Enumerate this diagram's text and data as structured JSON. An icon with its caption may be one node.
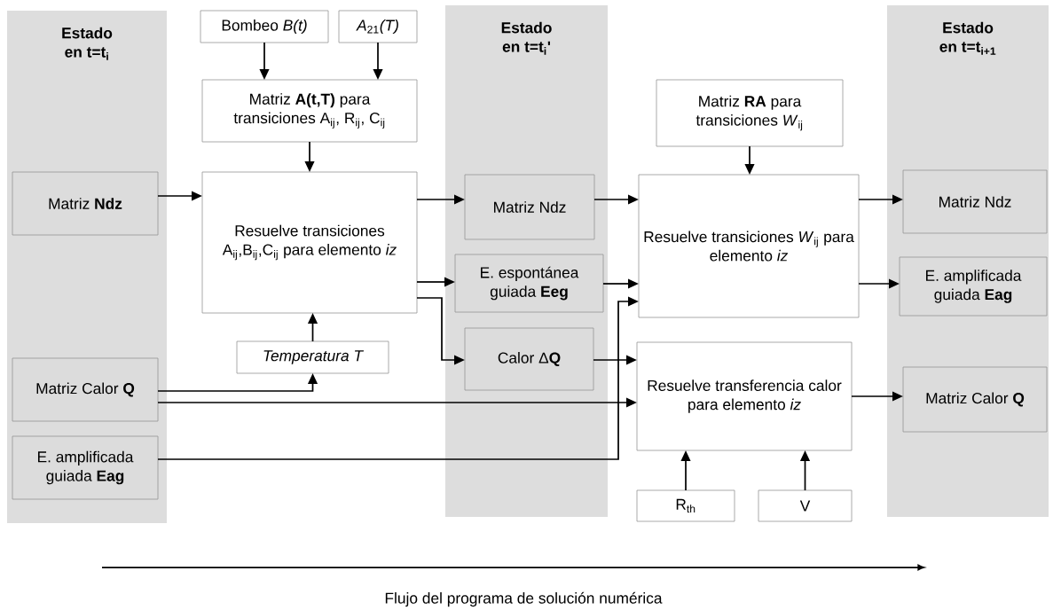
{
  "diagram": {
    "nodes": [
      {
        "text": [
          "Estado en t=t$_{i}$"
        ]
      },
      {
        "text": [
          "Bombeo *B(t)*"
        ]
      },
      {
        "text": [
          "*A*$_{21}$*(T)*"
        ]
      },
      {
        "text": [
          "Estado en t=t$_{i}$'"
        ]
      },
      {
        "text": [
          "Estado en t=t$_{i+1}$"
        ]
      },
      {
        "text": [
          "Matriz **A(t,T)** para transiciones A$_{ij}$, R$_{ij}$, C$_{ij}$"
        ]
      },
      {
        "text": [
          "Matriz **RA** para transiciones *W*$_{ij}$"
        ]
      },
      {
        "text": [
          "Matriz **Ndz**"
        ],
        "in": 0
      },
      {
        "text": [
          "Resuelve transiciones A$_{ij}$,B$_{ij}$,C$_{ij}$ para elemento *iz*"
        ]
      },
      {
        "text": [
          "Matriz Ndz"
        ],
        "in": 3
      },
      {
        "text": [
          "Resuelve transiciones *W*$_{ij}$ para elemento *iz*"
        ]
      },
      {
        "text": [
          "Matriz Ndz"
        ],
        "in": 4
      },
      {
        "text": [
          "E. espontánea guiada **Eeg**"
        ],
        "in": 3
      },
      {
        "text": [
          "E. amplificada guiada **Eag**"
        ],
        "in": 4
      },
      {
        "text": [
          "Temperatura T"
        ]
      },
      {
        "text": [
          "Calor Δ**Q**"
        ],
        "in": 3
      },
      {
        "text": [
          "Resuelve transferencia calor para elemento *iz*"
        ]
      },
      {
        "text": [
          "Matriz Calor **Q**"
        ],
        "in": 0
      },
      {
        "text": [
          "Matriz Calor **Q**"
        ],
        "in": 4
      },
      {
        "text": [
          "E. amplificada guiada **Eag**"
        ],
        "in": 0
      },
      {
        "text": [
          "R$_{th}$"
        ]
      },
      {
        "text": [
          "V"
        ]
      }
    ],
    "edges": [
      {
        "from": 1,
        "to": 5,
        "arrow": "to"
      },
      {
        "from": 2,
        "to": 5,
        "arrow": "to"
      },
      {
        "from": 5,
        "to": 8,
        "arrow": "to"
      },
      {
        "from": 7,
        "to": 8,
        "arrow": "to"
      },
      {
        "from": 8,
        "to": 9,
        "arrow": "to"
      },
      {
        "from": 9,
        "to": 10,
        "arrow": "to"
      },
      {
        "from": 6,
        "to": 10,
        "arrow": "to"
      },
      {
        "from": 10,
        "to": 11,
        "arrow": "to"
      },
      {
        "from": 8,
        "to": 12,
        "arrow": "to"
      },
      {
        "from": 8,
        "to": 15,
        "arrow": "to"
      },
      {
        "from": 12,
        "to": 10,
        "arrow": "to"
      },
      {
        "from": 14,
        "to": 8,
        "arrow": "to"
      },
      {
        "from": 17,
        "to": 14,
        "arrow": "to"
      },
      {
        "from": 17,
        "to": 16,
        "arrow": "to"
      },
      {
        "from": 19,
        "to": 10,
        "arrow": "to"
      },
      {
        "from": 15,
        "to": 16,
        "arrow": "to"
      },
      {
        "from": 10,
        "to": 13,
        "arrow": "to"
      },
      {
        "from": 16,
        "to": 18,
        "arrow": "to"
      },
      {
        "from": 20,
        "to": 16,
        "arrow": "to"
      },
      {
        "from": 21,
        "to": 16,
        "arrow": "to"
      }
    ],
    "labels": [
      "Flujo del programa de solución numérica"
    ]
  }
}
